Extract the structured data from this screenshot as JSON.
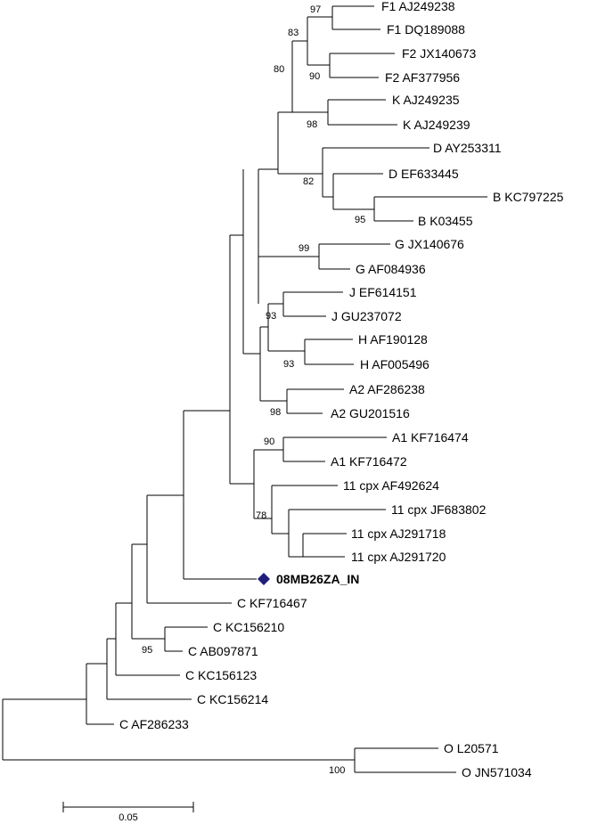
{
  "taxa": [
    "F1 AJ249238",
    "F1 DQ189088",
    "F2 JX140673",
    "F2 AF377956",
    "K AJ249235",
    "K AJ249239",
    "D AY253311",
    "D EF633445",
    "B KC797225",
    "B K03455",
    "G JX140676",
    "G AF084936",
    "J EF614151",
    "J GU237072",
    "H AF190128",
    "H AF005496",
    "A2 AF286238",
    "A2 GU201516",
    "A1 KF716474",
    "A1 KF716472",
    "11 cpx AF492624",
    "11 cpx JF683802",
    "11 cpx AJ291718",
    "11 cpx AJ291720",
    "08MB26ZA_IN",
    "C KF716467",
    "C KC156210",
    "C AB097871",
    "C KC156123",
    "C KC156214",
    "C AF286233",
    "O L20571",
    "O JN571034"
  ],
  "highlighted_taxon": "08MB26ZA_IN",
  "bootstrap_values": [
    "97",
    "83",
    "90",
    "80",
    "98",
    "82",
    "95",
    "99",
    "93",
    "93",
    "98",
    "90",
    "78",
    "95",
    "100"
  ],
  "scale_bar": {
    "label": "0.05"
  },
  "colors": {
    "marker": "#1f1f7a",
    "line": "#000000"
  }
}
